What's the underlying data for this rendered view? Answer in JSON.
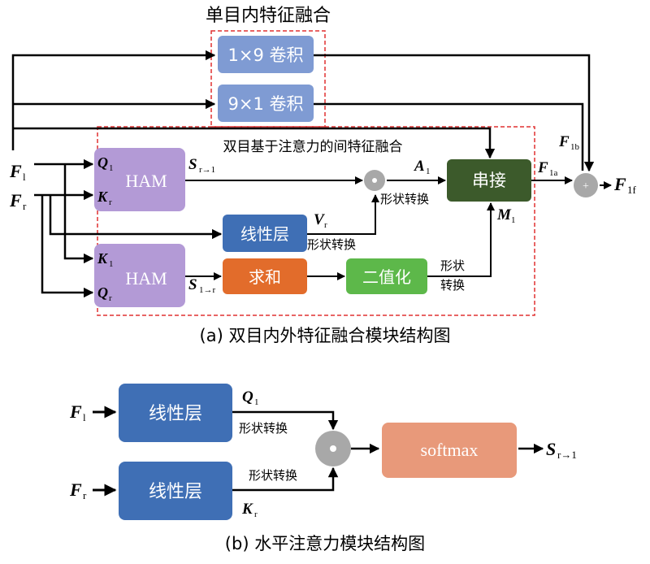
{
  "top_title": "单目内特征融合",
  "conv_1x9": "1×9 卷积",
  "conv_9x1": "9×1 卷积",
  "attn_title": "双目基于注意力的间特征融合",
  "ham": "HAM",
  "linear": "线性层",
  "sum": "求和",
  "binarize": "二值化",
  "concat": "串接",
  "softmax": "softmax",
  "reshape": "形状转换",
  "reshape_l1": "形状",
  "reshape_l2": "转换",
  "caption_a": "(a) 双目内外特征融合模块结构图",
  "caption_b": "(b) 水平注意力模块结构图",
  "dot_symbol": "·",
  "plus_symbol": "+",
  "sym": {
    "F": "F",
    "S": "S",
    "Q": "Q",
    "K": "K",
    "V": "V",
    "A": "A",
    "M": "M",
    "sub_l": "l",
    "sub_r": "r",
    "sub_1": "1",
    "sub_rl": "r→1",
    "sub_1r": "1→r",
    "sub_1a": "1a",
    "sub_1b": "1b",
    "sub_1f": "1f"
  },
  "colors": {
    "conv": "#7f9bd3",
    "ham": "#b39ad6",
    "linear": "#3f6fb5",
    "sum": "#e26c2b",
    "binarize": "#5db84a",
    "concat": "#3c5a2b",
    "softmax": "#e8997a",
    "circle": "#a8a8a8",
    "dashed": "#e03030"
  }
}
